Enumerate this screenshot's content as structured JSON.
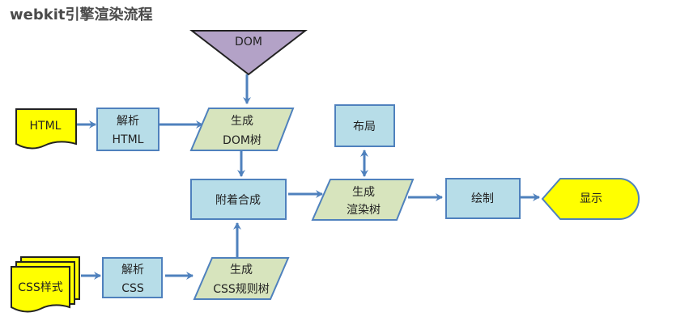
{
  "title": "webkit引擎渲染流程",
  "nodes": {
    "dom_source": "DOM",
    "html_input": "HTML",
    "parse_html": [
      "解析",
      "HTML"
    ],
    "gen_dom_tree": [
      "生成",
      "DOM树"
    ],
    "attach": "附着合成",
    "layout": "布局",
    "gen_render_tree": [
      "生成",
      "渲染树"
    ],
    "paint": "绘制",
    "display": "显示",
    "css_input": "CSS样式",
    "parse_css": [
      "解析",
      "CSS"
    ],
    "gen_css_tree": [
      "生成",
      "CSS规则树"
    ]
  },
  "colors": {
    "arrow": "#4f81bd",
    "process_fill": "#b7dde8",
    "process_stroke": "#4f81bd",
    "data_fill": "#d7e4bd",
    "input_fill": "#ffff00",
    "dom_fill": "#b3a2c7"
  }
}
